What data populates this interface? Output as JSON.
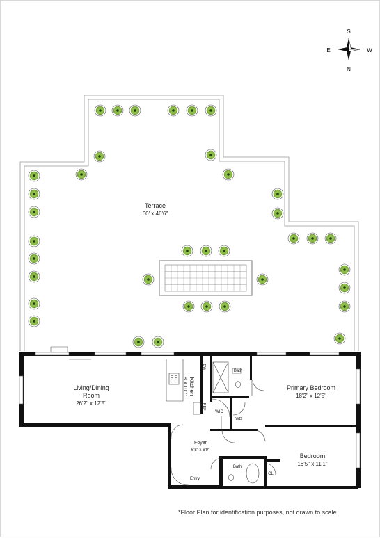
{
  "compass": {
    "n": "N",
    "s": "S",
    "e": "E",
    "w": "W"
  },
  "rooms": {
    "terrace": {
      "name": "Terrace",
      "dims": "60' x 46'6\""
    },
    "living": {
      "name1": "Living/Dining",
      "name2": "Room",
      "dims": "26'2\" x 12'5\""
    },
    "kitchen": {
      "name": "Kitchen",
      "dims": "8' x 10'7\""
    },
    "primary": {
      "name": "Primary Bedroom",
      "dims": "18'2\" x 12'5\""
    },
    "bedroom": {
      "name": "Bedroom",
      "dims": "16'5\" x 11'1\""
    },
    "foyer": {
      "name": "Foyer",
      "dims": "6'8\" x 6'9\""
    }
  },
  "labels": {
    "dw": "DW",
    "ref": "REF",
    "bath": "Bath",
    "wic": "WIC",
    "wd": "WD",
    "cl": "CL",
    "entry": "Entry"
  },
  "note": "*Floor Plan for identification purposes, not drawn to scale.",
  "colors": {
    "wall": "#111111",
    "plant_leaf": "#6f9a34",
    "plant_center": "#1f3d10",
    "line": "#888888"
  }
}
